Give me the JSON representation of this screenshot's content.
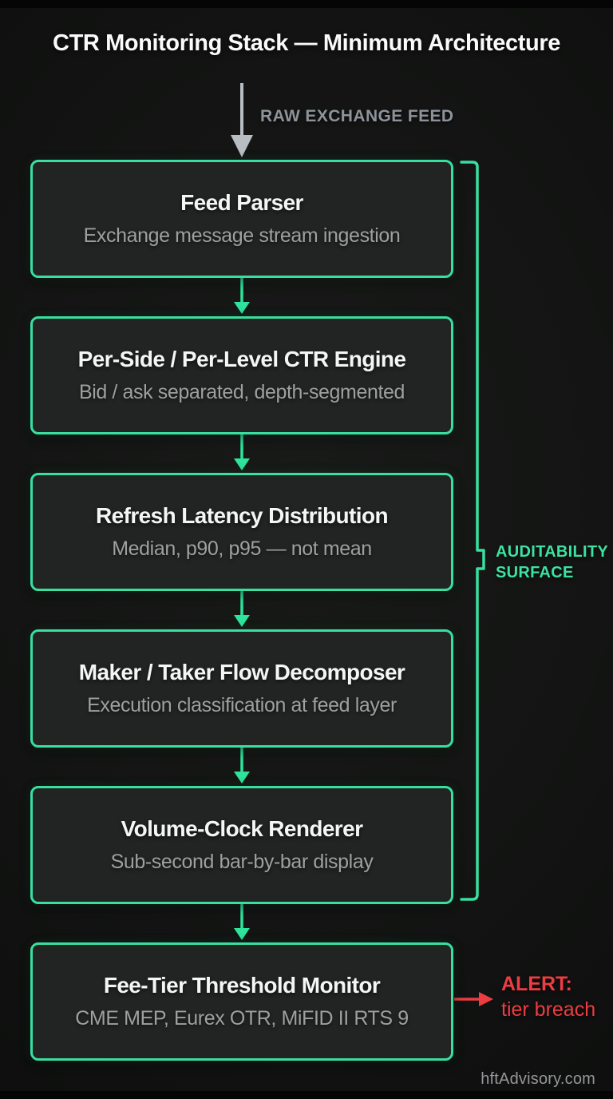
{
  "title": "CTR Monitoring Stack — Minimum Architecture",
  "feed": {
    "label": "RAW EXCHANGE FEED"
  },
  "pipeline": [
    {
      "title": "Feed Parser",
      "subtitle": "Exchange message stream ingestion"
    },
    {
      "title": "Per-Side / Per-Level CTR Engine",
      "subtitle": "Bid / ask separated, depth-segmented"
    },
    {
      "title": "Refresh Latency Distribution",
      "subtitle": "Median, p90, p95 — not mean"
    },
    {
      "title": "Maker / Taker Flow Decomposer",
      "subtitle": "Execution classification at feed layer"
    },
    {
      "title": "Volume-Clock Renderer",
      "subtitle": "Sub-second bar-by-bar display"
    },
    {
      "title": "Fee-Tier Threshold Monitor",
      "subtitle": "CME MEP, Eurex OTR, MiFID II RTS 9"
    }
  ],
  "bracket": {
    "line1": "AUDITABILITY",
    "line2": "SURFACE"
  },
  "alert": {
    "line1": "ALERT:",
    "line2": "tier breach"
  },
  "watermark": "hftAdvisory.com",
  "colors": {
    "background": "#131413",
    "box_fill": "#222423",
    "accent_green": "#38dfa0",
    "alert_red": "#ee3c42",
    "title_white": "#f4f5f4",
    "subtitle_gray": "#9da0a1",
    "feed_gray": "#8d9399",
    "arrow_gray": "#b7bdc3",
    "watermark_gray": "#96979a"
  }
}
